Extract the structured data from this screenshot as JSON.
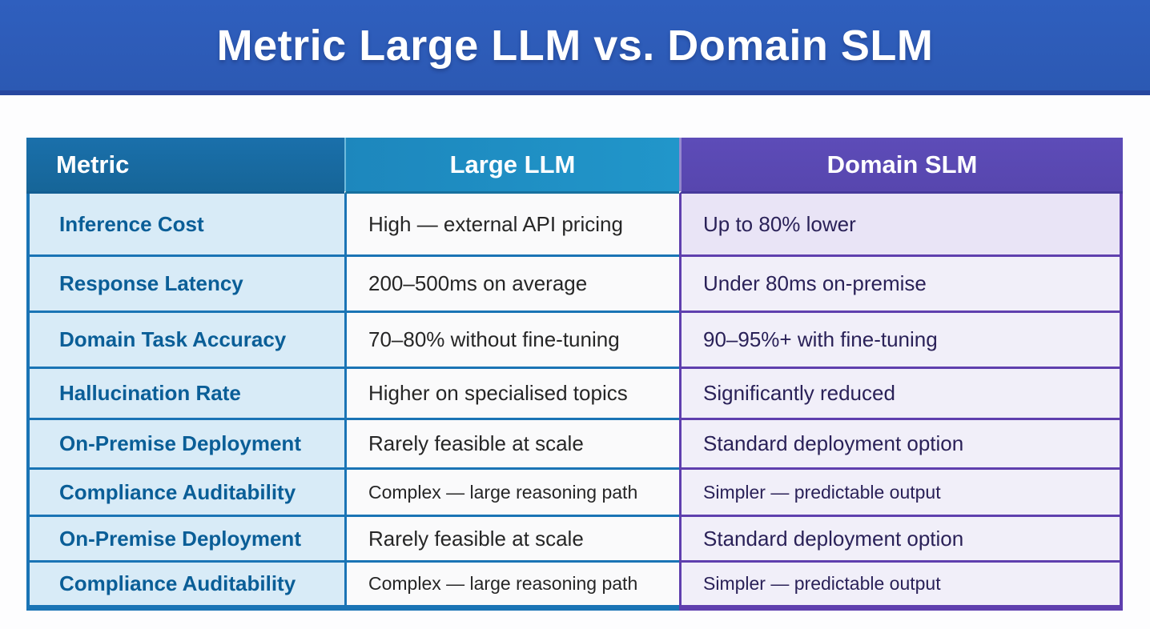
{
  "banner": {
    "title": "Metric Large LLM vs. Domain SLM"
  },
  "table": {
    "columns": [
      {
        "label": "Metric"
      },
      {
        "label": "Large LLM"
      },
      {
        "label": "Domain SLM"
      }
    ],
    "rows": [
      {
        "metric": "Inference Cost",
        "llm": "High — external API pricing",
        "slm": "Up to 80% lower"
      },
      {
        "metric": "Response Latency",
        "llm": "200–500ms on average",
        "slm": "Under 80ms on-premise"
      },
      {
        "metric": "Domain Task Accuracy",
        "llm": "70–80% without fine-tuning",
        "slm": "90–95%+ with fine-tuning"
      },
      {
        "metric": "Hallucination Rate",
        "llm": "Higher on specialised topics",
        "slm": "Significantly reduced"
      },
      {
        "metric": "On-Premise Deployment",
        "llm": "Rarely feasible at scale",
        "slm": "Standard deployment option"
      },
      {
        "metric": "Compliance Auditability",
        "llm": "Complex — large reasoning path",
        "slm": "Simpler — predictable output"
      },
      {
        "metric": "On-Premise Deployment",
        "llm": "Rarely feasible at scale",
        "slm": "Standard deployment option"
      },
      {
        "metric": "Compliance Auditability",
        "llm": "Complex — large reasoning path",
        "slm": "Simpler — predictable output"
      }
    ],
    "colors": {
      "banner_blue": "#2c59b3",
      "header_metric_blue": "#1a70ab",
      "header_llm_blue": "#1f90c4",
      "header_slm_purple": "#5a49b4",
      "metric_cell_bg": "#d8ebf7",
      "metric_text_blue": "#0a5e97",
      "llm_cell_bg": "#fafafb",
      "slm_cell_bg": "#f1eff9",
      "slm_first_cell_bg": "#e9e4f6",
      "slm_text_indigo": "#2a2158",
      "border_blue": "#1a74b5",
      "border_purple": "#5f3fae"
    }
  }
}
